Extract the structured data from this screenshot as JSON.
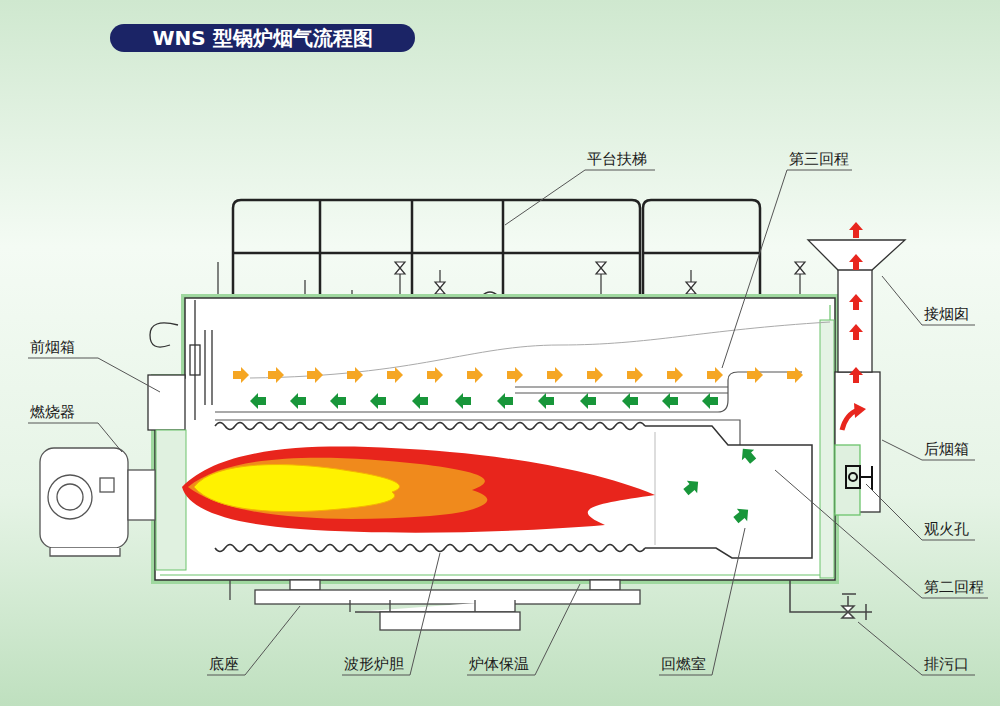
{
  "diagram": {
    "title": "WNS 型锅炉烟气流程图",
    "labels": [
      "平台扶梯",
      "第三回程",
      "前烟箱",
      "接烟囱",
      "燃烧器",
      "后烟箱",
      "观火孔",
      "第二回程",
      "底座",
      "波形炉胆",
      "炉体保温",
      "回燃室",
      "排污口"
    ]
  }
}
